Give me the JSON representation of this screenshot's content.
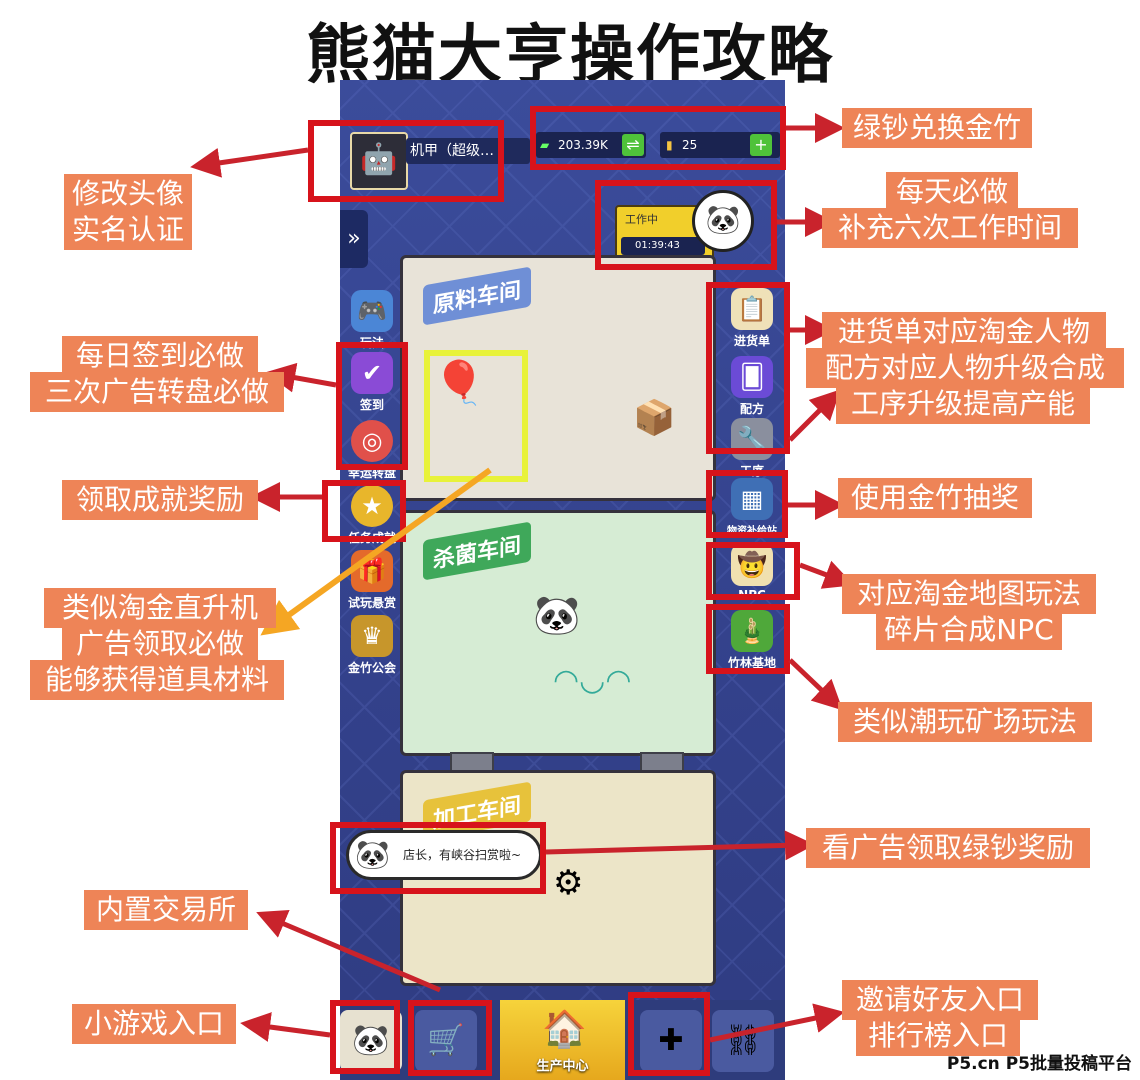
{
  "title": "熊猫大亨操作攻略",
  "game": {
    "username": "机甲（超级…",
    "green_cash": "203.39K",
    "gold_bamboo": "25",
    "work_status": "工作中",
    "work_timer": "01:39:43",
    "side_left": [
      "玩法",
      "签到",
      "幸运转盘",
      "任务成就",
      "试玩悬赏",
      "金竹公会"
    ],
    "side_right": [
      "进货单",
      "配方",
      "工序",
      "物资补给站",
      "NPC",
      "竹林基地"
    ],
    "floors": [
      "原料车间",
      "杀菌车间",
      "加工车间"
    ],
    "bubble_text": "店长，有峡谷扫赏啦~",
    "center_button": "生产中心"
  },
  "labels": {
    "avatar": [
      "修改头像",
      "实名认证"
    ],
    "exchange": [
      "绿钞兑换金竹"
    ],
    "daily": [
      "每天必做",
      "补充六次工作时间"
    ],
    "signin": [
      "每日签到必做",
      "三次广告转盘必做"
    ],
    "purchase": [
      "进货单对应淘金人物",
      "配方对应人物升级合成",
      "工序升级提高产能"
    ],
    "achievement": [
      "领取成就奖励"
    ],
    "lottery": [
      "使用金竹抽奖"
    ],
    "helicopter": [
      "类似淘金直升机",
      "广告领取必做",
      "能够获得道具材料"
    ],
    "npc": [
      "对应淘金地图玩法",
      "碎片合成NPC"
    ],
    "mining": [
      "类似潮玩矿场玩法"
    ],
    "ad_reward": [
      "看广告领取绿钞奖励"
    ],
    "exchange_house": [
      "内置交易所"
    ],
    "minigame": [
      "小游戏入口"
    ],
    "invite": [
      "邀请好友入口",
      "排行榜入口"
    ]
  },
  "watermark": "P5.cn P5批量投稿平台",
  "colors": {
    "annotation_red": "#d7131b",
    "label_orange": "#ee8457",
    "highlight_yellow": "#e8f23a",
    "arrow_orange": "#f5a623"
  }
}
